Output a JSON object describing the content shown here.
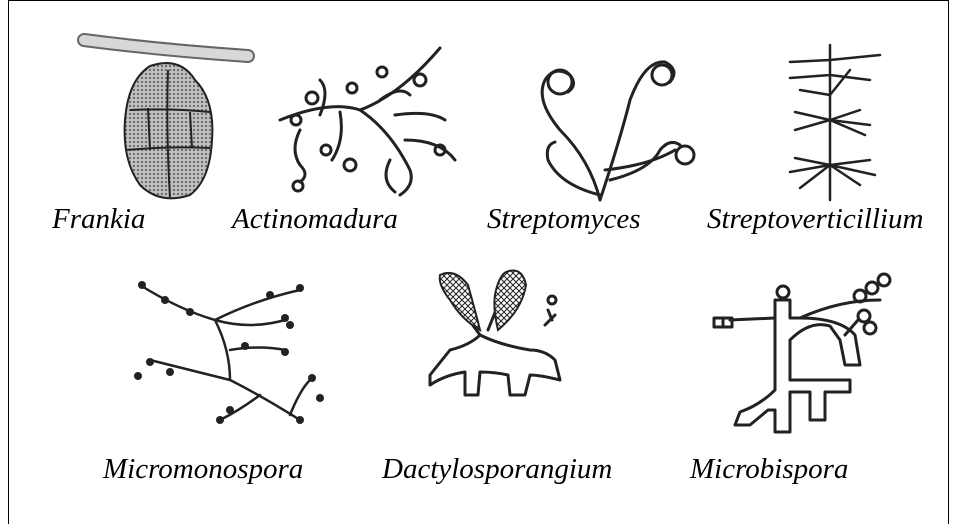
{
  "organisms": [
    {
      "name": "Frankia"
    },
    {
      "name": "Actinomadura"
    },
    {
      "name": "Streptomyces"
    },
    {
      "name": "Streptoverticillium"
    },
    {
      "name": "Micromonospora"
    },
    {
      "name": "Dactylosporangium"
    },
    {
      "name": "Microbispora"
    }
  ]
}
